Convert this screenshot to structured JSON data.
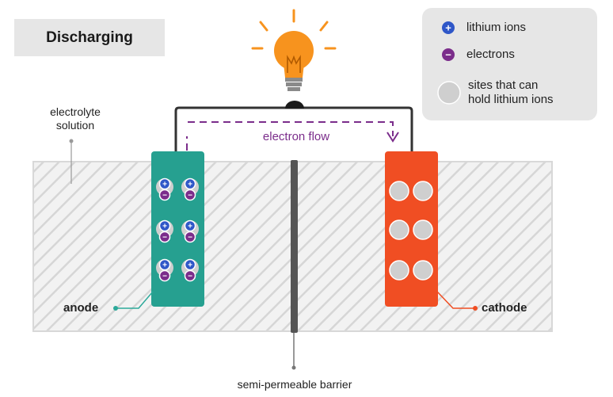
{
  "title": "Discharging",
  "legend": {
    "items": [
      {
        "symbol": "+",
        "label": "lithium ions"
      },
      {
        "symbol": "−",
        "label": "electrons"
      },
      {
        "symbol": "",
        "label_line1": "sites that can",
        "label_line2": "hold lithium ions"
      }
    ]
  },
  "labels": {
    "electrolyte_line1": "electrolyte",
    "electrolyte_line2": "solution",
    "electron_flow": "electron flow",
    "anode": "anode",
    "cathode": "cathode",
    "barrier": "semi-permeable barrier"
  },
  "anode_marks": {
    "ion": "+",
    "electron": "−"
  },
  "colors": {
    "anode": "#26a090",
    "cathode": "#f04e23",
    "lithium_ion": "#2f57c8",
    "electron": "#7b2d8b",
    "bulb": "#f7931e",
    "site": "#cfcfcf",
    "barrier": "#555555"
  },
  "icons": [
    "light-bulb-icon",
    "lithium-ion-icon",
    "electron-icon",
    "site-icon"
  ]
}
